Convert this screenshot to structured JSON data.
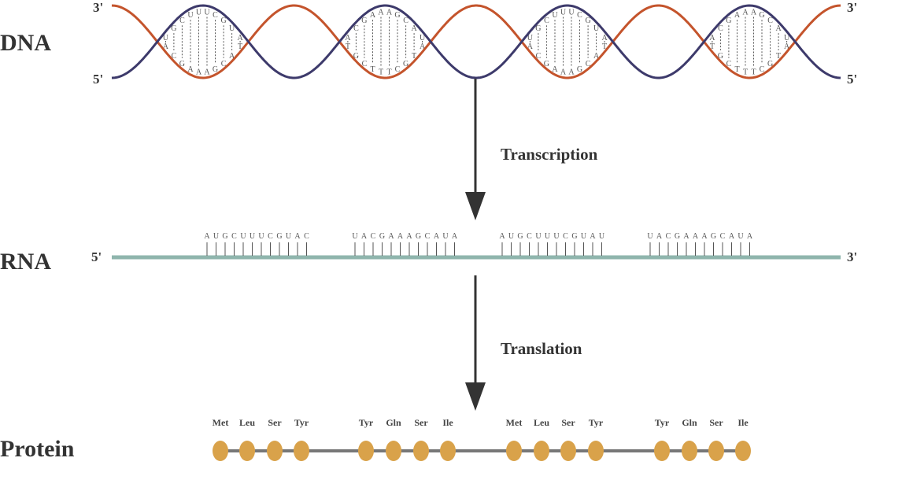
{
  "rows": {
    "dna_label": "DNA",
    "rna_label": "RNA",
    "protein_label": "Protein"
  },
  "processes": {
    "transcription": "Transcription",
    "translation": "Translation"
  },
  "dna": {
    "top_left_end": "3'",
    "bottom_left_end": "5'",
    "top_right_end": "3'",
    "bottom_right_end": "5'",
    "turns": 4,
    "segments": [
      {
        "upper": "AUGCUUUCGUAC",
        "lower": "TACGAAAGCATG"
      },
      {
        "upper": "UACGAAAGCAUA",
        "lower": "ATGCTTTCGTAT"
      },
      {
        "upper": "AUGCUUUCGUAU",
        "lower": "TACGAAAGCATA"
      },
      {
        "upper": "UACGAAAGCAUA",
        "lower": "ATGCTTTCGTAT"
      }
    ]
  },
  "rna": {
    "left_end": "5'",
    "right_end": "3'",
    "codon_groups": [
      "AUGCUUUCGUAC",
      "UACGAAAGCAUA",
      "AUGCUUUCGUAU",
      "UACGAAAGCAUA"
    ]
  },
  "protein": {
    "amino_acids": [
      "Met",
      "Leu",
      "Ser",
      "Tyr",
      "Tyr",
      "Gln",
      "Ser",
      "Ile",
      "Met",
      "Leu",
      "Ser",
      "Tyr",
      "Tyr",
      "Gln",
      "Ser",
      "Ile"
    ]
  },
  "colors": {
    "background": "#ffffff",
    "strand_red": "#c4542c",
    "strand_navy": "#3d3a6b",
    "rna_strand": "#8fb5ad",
    "rungs": "#555555",
    "arrow": "#333333",
    "bead": "#d9a24a",
    "protein_link": "#777777",
    "text": "#333333"
  }
}
